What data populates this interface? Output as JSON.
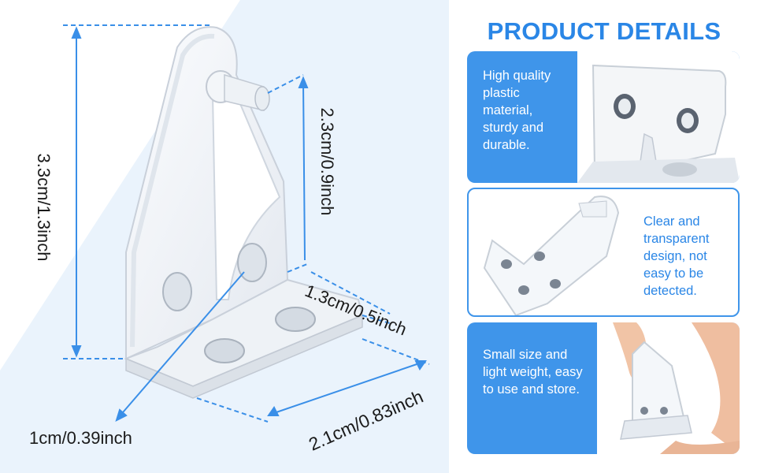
{
  "dimensions": {
    "height_total": "3.3cm/1.3inch",
    "upper_height": "2.3cm/0.9inch",
    "depth": "1.3cm/0.5inch",
    "width": "2.1cm/0.83inch",
    "hole": "1cm/0.39inch"
  },
  "details": {
    "title": "PRODUCT DETAILS",
    "items": [
      {
        "lines": [
          "High quality",
          "plastic",
          "material,",
          "sturdy and",
          "durable."
        ]
      },
      {
        "lines": [
          "Clear and",
          "transparent",
          "design, not",
          "easy to be",
          "detected."
        ]
      },
      {
        "lines": [
          "Small size and",
          "light weight, easy",
          "to use and store."
        ]
      }
    ]
  },
  "colors": {
    "accent": "#2a86e6",
    "panel": "#3f95ea",
    "dimension_line": "#3a8fe8"
  }
}
